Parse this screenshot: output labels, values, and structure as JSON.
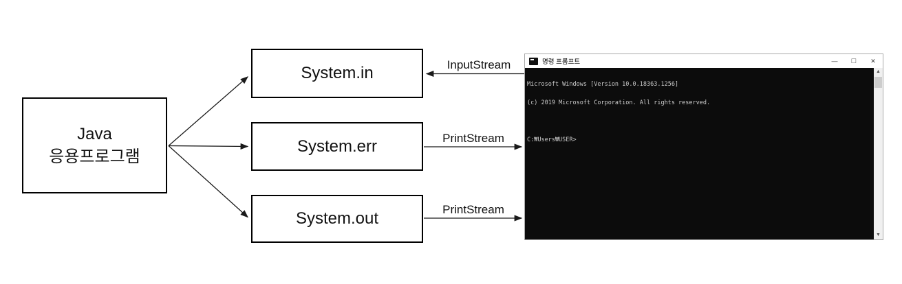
{
  "diagram": {
    "java_box": {
      "line1": "Java",
      "line2": "응용프로그램"
    },
    "stream_boxes": [
      {
        "label": "System.in"
      },
      {
        "label": "System.err"
      },
      {
        "label": "System.out"
      }
    ],
    "arrow_labels": {
      "input_stream": "InputStream",
      "err_stream": "PrintStream",
      "out_stream": "PrintStream"
    }
  },
  "console": {
    "title": "명령 프롬프트",
    "controls": {
      "minimize": "—",
      "maximize": "□",
      "close": "✕"
    },
    "lines": [
      "Microsoft Windows [Version 10.0.18363.1256]",
      "(c) 2019 Microsoft Corporation. All rights reserved.",
      "",
      "C:₩Users₩USER>"
    ],
    "scrollbar": {
      "up": "▲",
      "down": "▼"
    },
    "colors": {
      "console_background": "#0c0c0c",
      "console_text": "#cccccc",
      "titlebar_background": "#ffffff",
      "window_border": "#a9a9a9",
      "scrollbar_track": "#f0f0f0",
      "scrollbar_thumb": "#cdcdcd",
      "diagram_stroke": "#000000"
    }
  }
}
